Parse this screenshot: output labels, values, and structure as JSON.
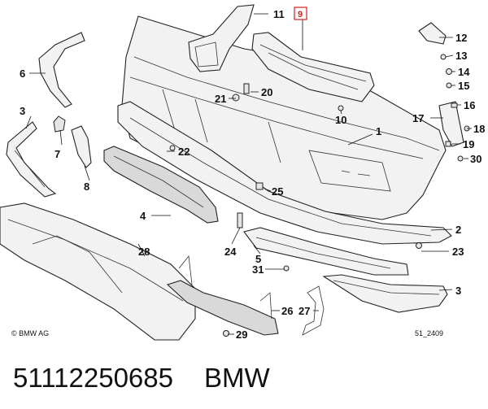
{
  "diagram": {
    "callouts": [
      "1",
      "2",
      "3",
      "3",
      "4",
      "5",
      "6",
      "7",
      "8",
      "9",
      "10",
      "11",
      "12",
      "13",
      "14",
      "15",
      "16",
      "17",
      "18",
      "19",
      "20",
      "21",
      "22",
      "23",
      "24",
      "25",
      "26",
      "27",
      "28",
      "29",
      "30",
      "31"
    ],
    "highlighted_part": "9",
    "copyright": "© BMW AG",
    "figure_code": "51_2409"
  },
  "footer": {
    "part_number": "51112250685",
    "brand": "BMW"
  }
}
